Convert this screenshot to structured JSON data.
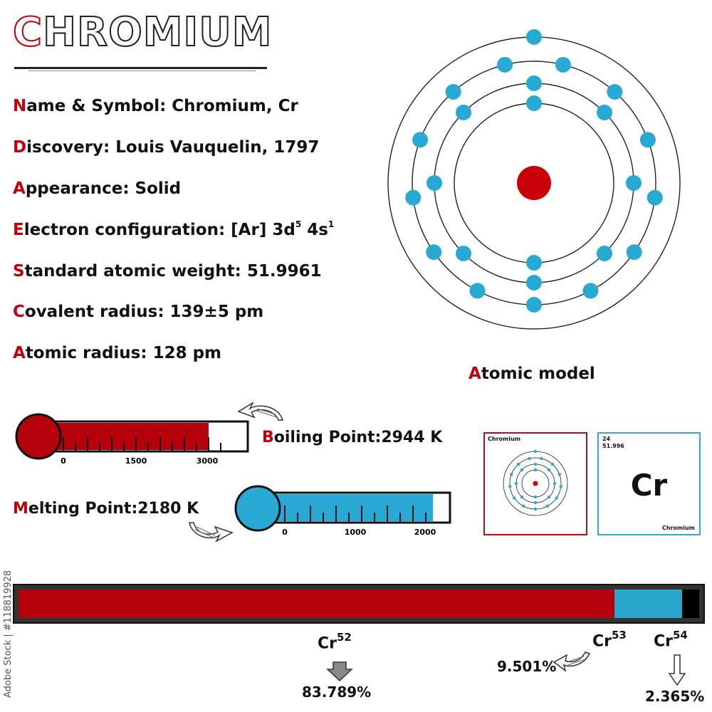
{
  "title": {
    "first_letter": "C",
    "rest": "HROMIUM"
  },
  "info": [
    {
      "cap": "N",
      "rest": "ame & Symbol: Chromium, Cr"
    },
    {
      "cap": "D",
      "rest": "iscovery: Louis Vauquelin, 1797"
    },
    {
      "cap": "A",
      "rest": "ppearance: Solid"
    },
    {
      "cap": "E",
      "rest": "lectron configuration: [Ar] 3d",
      "sup1": "5",
      "mid": " 4s",
      "sup2": "1"
    },
    {
      "cap": "S",
      "rest": "tandard atomic weight: 51.9961"
    },
    {
      "cap": "C",
      "rest": "ovalent radius: 139±5 pm"
    },
    {
      "cap": "A",
      "rest": "tomic radius: 128 pm"
    }
  ],
  "atomic_model": {
    "caption_cap": "A",
    "caption_rest": "tomic model",
    "shells": [
      2,
      8,
      13,
      1
    ]
  },
  "boiling": {
    "cap": "B",
    "rest": "oiling Point:2944 K",
    "ticks": [
      "0",
      "1500",
      "3000"
    ],
    "level": 0.95
  },
  "melting": {
    "cap": "M",
    "rest": "elting Point:2180 K",
    "ticks": [
      "0",
      "1000",
      "2000"
    ],
    "level": 1.0
  },
  "card_model": {
    "name": "Chromium"
  },
  "card_element": {
    "number": "24",
    "weight": "51.996",
    "symbol": "Cr",
    "name": "Chromium"
  },
  "isotopes": [
    {
      "base": "Cr",
      "mass": "52",
      "percent": "83.789%",
      "fraction": 0.83789,
      "color": "#b3000b"
    },
    {
      "base": "Cr",
      "mass": "53",
      "percent": "9.501%",
      "fraction": 0.09501,
      "color": "#2aa6cc"
    },
    {
      "base": "Cr",
      "mass": "54",
      "percent": "2.365%",
      "fraction": 0.02365,
      "color": "#000000"
    }
  ],
  "watermark": "Adobe Stock | #118819928",
  "colors": {
    "accent_red": "#c0000a",
    "electron_blue": "#27a9d3",
    "nucleus_red": "#c8000a"
  }
}
